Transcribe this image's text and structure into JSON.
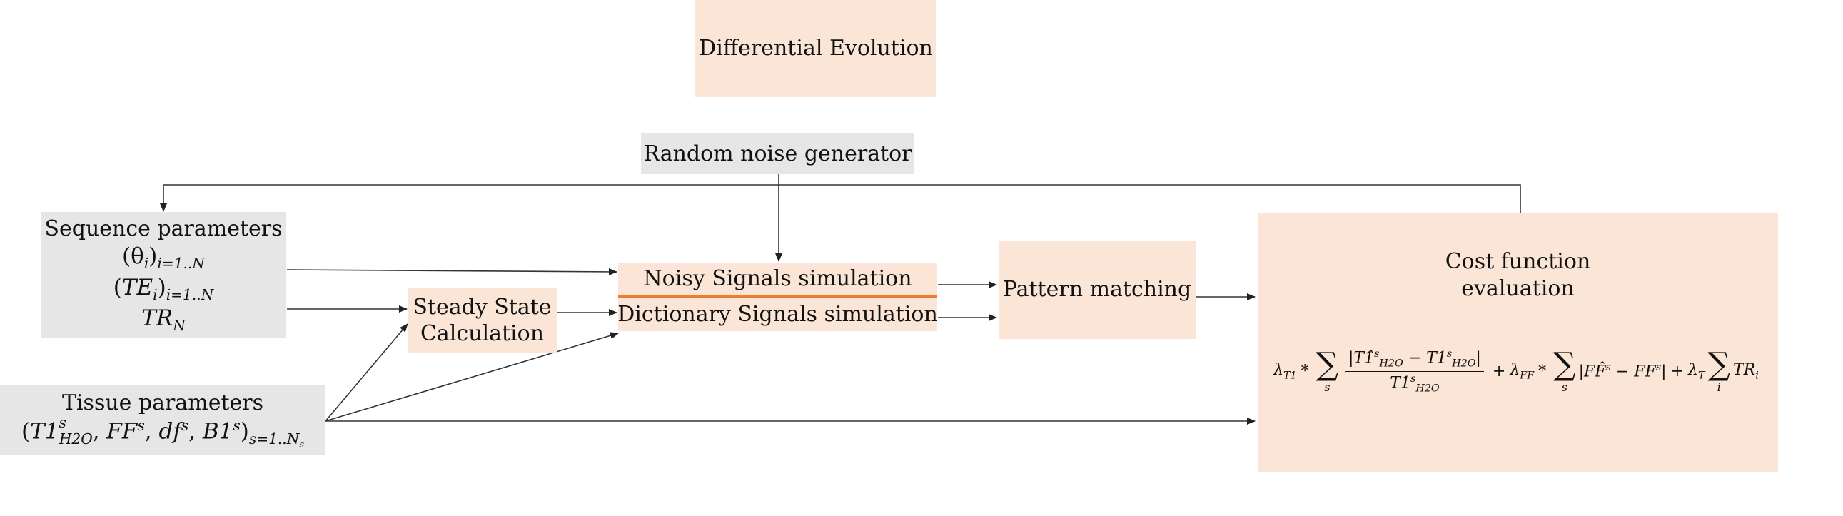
{
  "nodes": {
    "differential_evolution": "Differential Evolution",
    "random_noise": "Random noise generator",
    "sequence_parameters": {
      "title": "Sequence parameters",
      "line1": "(θi)i=1..N",
      "line2": "(TEi)i=1..N",
      "line3": "TRN"
    },
    "tissue_parameters": {
      "title": "Tissue parameters",
      "line1": "(T1sH2O, FFs, dfs, B1s)s=1..Ns"
    },
    "steady_state": [
      "Steady State",
      "Calculation"
    ],
    "noisy_signals": "Noisy Signals simulation",
    "dictionary_signals": "Dictionary Signals simulation",
    "pattern_matching": "Pattern matching",
    "cost_function": {
      "title": [
        "Cost function",
        "evaluation"
      ],
      "formula": "λT1 * Σs |T1̂sH2O − T1sH2O| / T1sH2O + λFF * Σs |FF̂s − FFs| + λT Σi TRi"
    }
  },
  "colors": {
    "peach": "#fbe5d6",
    "grey": "#e6e6e6",
    "separator": "#ed7d31",
    "arrow": "#222222"
  }
}
